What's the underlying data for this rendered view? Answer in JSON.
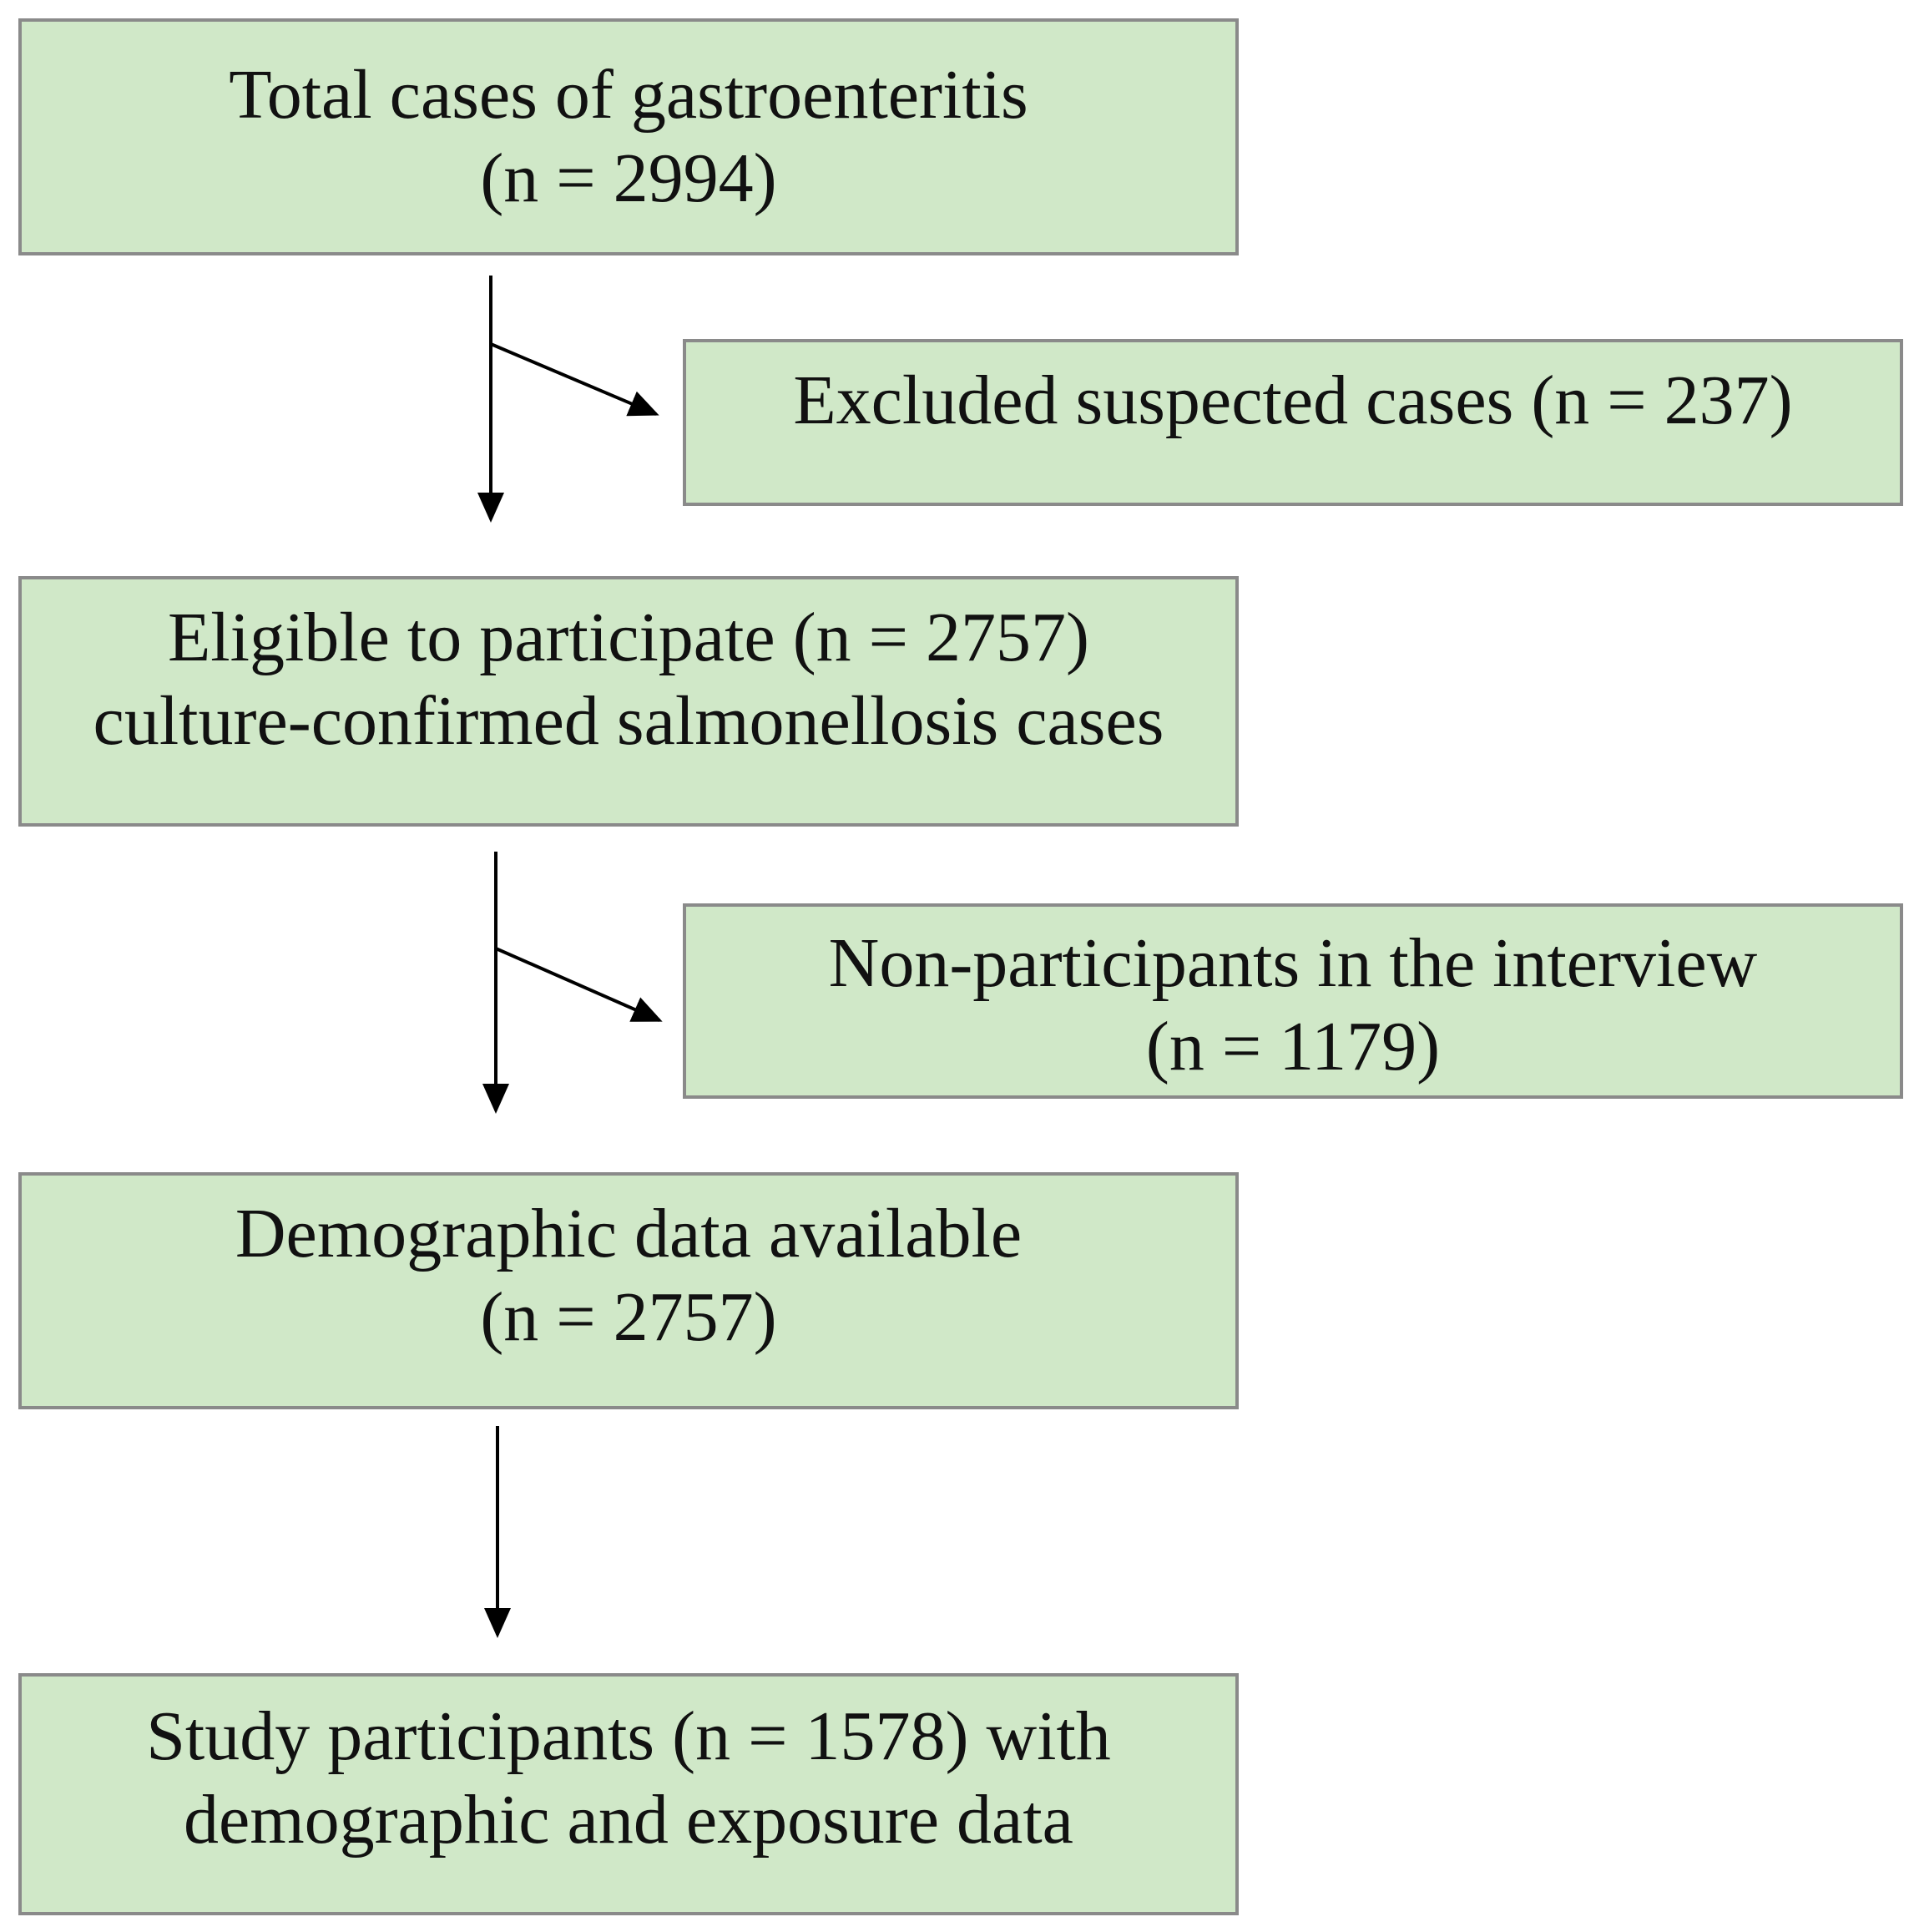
{
  "flowchart": {
    "boxes": [
      {
        "id": "total",
        "lines": [
          "Total cases of gastroenteritis",
          "(n = 2994)"
        ]
      },
      {
        "id": "excluded",
        "lines": [
          "Excluded suspected cases (n = 237)"
        ]
      },
      {
        "id": "eligible",
        "lines": [
          "Eligible to participate (n = 2757)",
          "culture-confirmed salmonellosis cases"
        ]
      },
      {
        "id": "nonparticipants",
        "lines": [
          "Non-participants in the interview",
          "(n = 1179)"
        ]
      },
      {
        "id": "demographic",
        "lines": [
          "Demographic data available",
          "(n = 2757)"
        ]
      },
      {
        "id": "study",
        "lines": [
          "Study participants (n = 1578) with",
          "demographic and exposure data"
        ]
      }
    ],
    "colors": {
      "box_fill": "#d0e8c8",
      "box_border": "#8a8a8a",
      "arrow": "#000000"
    }
  }
}
